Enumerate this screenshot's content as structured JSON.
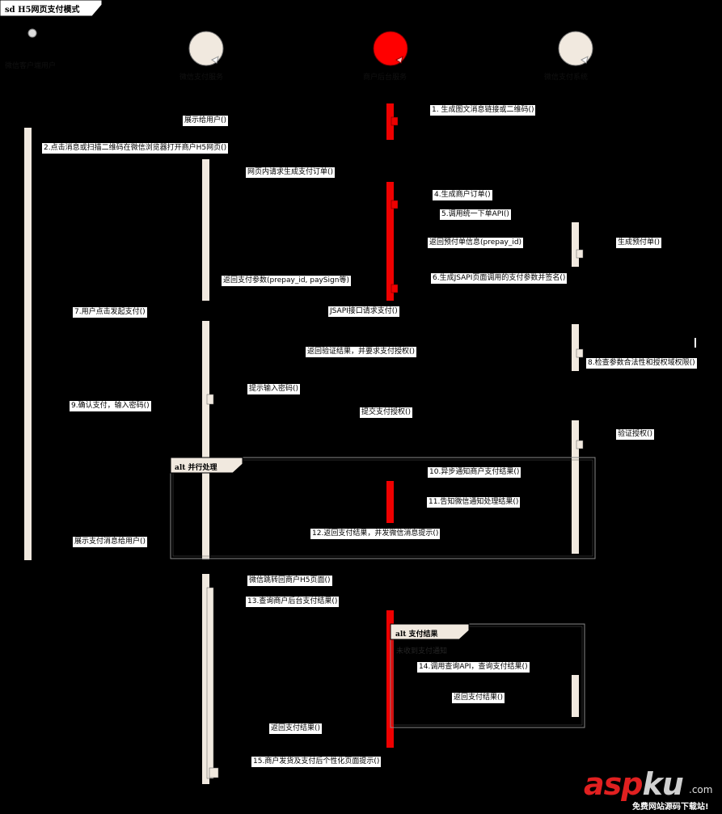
{
  "diagram": {
    "title": "sd H5网页支付模式",
    "actors": [
      {
        "name": "微信客户端用户",
        "color": "#000000"
      },
      {
        "name": "微信支付服务",
        "color": "#f1e9df"
      },
      {
        "name": "商户后台服务",
        "color": "#ff0000"
      },
      {
        "name": "微信支付系统",
        "color": "#f1e9df"
      }
    ],
    "messages": [
      "1. 生成图文消息链接或二维码()",
      "展示给用户()",
      "2.点击消息或扫描二维码在微信浏览器打开商户H5网页()",
      "网页内请求生成支付订单()",
      "4.生成商户订单()",
      "5.调用统一下单API()",
      "返回预付单信息(prepay_id)",
      "生成预付单()",
      "6.生成JSAPI页面调用的支付参数并签名()",
      "返回支付参数(prepay_id, paySign等)",
      "7.用户点击发起支付()",
      "JSAPI接口请求支付()",
      "返回验证结果，并要求支付授权()",
      "8.检查参数合法性和授权域权限()",
      "提示输入密码()",
      "9.确认支付，输入密码()",
      "提交支付授权()",
      "验证授权()",
      "10.异步通知商户支付结果()",
      "11.告知微信通知处理结果()",
      "12.返回支付结果，并发微信消息提示()",
      "展示支付消息给用户()",
      "微信跳转回商户H5页面()",
      "13.查询商户后台支付结果()",
      "14.调用查询API，查询支付结果()",
      "返回支付结果()",
      "返回支付结果()",
      "15.商户发货及支付后个性化页面提示()"
    ],
    "fragments": [
      {
        "tag": "alt 并行处理",
        "guard": ""
      },
      {
        "tag": "alt 支付结果",
        "guard": "未收到支付通知"
      }
    ]
  },
  "watermark": {
    "brand_a": "asp",
    "brand_b": "ku",
    "domain": ".com",
    "tagline": "免费网站源码下载站!"
  }
}
